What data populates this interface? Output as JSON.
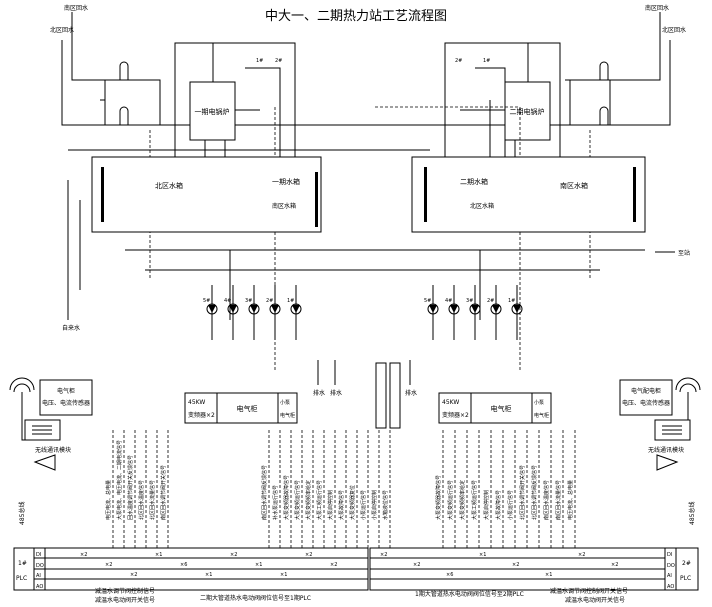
{
  "title": "中大一、二期热力站工艺流程图",
  "pipes": {
    "south_return_left": "南区回水",
    "north_return_left": "北区回水",
    "south_return_right": "南区回水",
    "north_return_right": "北区回水",
    "drain": "排水",
    "makeup_water": "自来水",
    "to_station": "至站"
  },
  "boilers": {
    "phase1": "一期电锅炉",
    "phase2": "二期电锅炉",
    "pump_labels_left": [
      "1#",
      "2#"
    ],
    "pump_labels_right": [
      "2#",
      "1#"
    ]
  },
  "tanks": {
    "north_tank_left": "北区水箱",
    "phase1_tank": "一期水箱",
    "south_tank_left": "南区水箱",
    "phase2_tank": "二期水箱",
    "north_tank_right": "北区水箱",
    "south_tank_right": "南区水箱"
  },
  "pumps_left": [
    "5#",
    "4#",
    "3#",
    "2#",
    "1#"
  ],
  "pumps_right": [
    "5#",
    "4#",
    "3#",
    "2#",
    "1#"
  ],
  "cabinets": {
    "left_sensor_cabinet": [
      "电气柜",
      "电压、电流传感器"
    ],
    "right_sensor_cabinet": [
      "电气配电柜",
      "电压、电流传感器"
    ],
    "left_vfd": [
      "45KW",
      "变频器×2"
    ],
    "left_main": "电气柜",
    "left_small": [
      "小泵",
      "电气柜"
    ],
    "right_vfd": [
      "45KW",
      "变频器×2"
    ],
    "right_main": "电气柜",
    "right_small": [
      "小泵",
      "电气柜"
    ],
    "wireless_left": "无线通讯模块",
    "wireless_right": "无线通讯模块",
    "bus_left": "485总线",
    "bus_right": "485总线"
  },
  "plc_left": {
    "name": [
      "1#",
      "PLC"
    ],
    "rows": [
      "DI",
      "DO",
      "AI",
      "AO"
    ]
  },
  "plc_right": {
    "name": [
      "2#",
      "PLC"
    ],
    "rows": [
      "DI",
      "DO",
      "AI",
      "AO"
    ]
  },
  "bottom_notes": {
    "left_1": "减温水调节阀控制信号",
    "left_2": "减温水电动阀开关信号",
    "center_left": "二期大管道热水电动阀阀位信号至1期PLC",
    "center_right": "1期大管道热水电动阀阀位信号至2期PLC",
    "right_1": "减温水调节阀控制阀开关信号",
    "right_2": "减温水电动阀开关信号"
  },
  "signals_left": [
    "电压电流、总电量",
    "大泵电流、电压电流、二期电流信号",
    "回水温度调节阀开关反馈信号",
    "北区回水温度信号",
    "北区回水流量信号",
    "南区回水调节阀开关信号",
    "南区回水调节阀反馈信号",
    "补水泵运行信号",
    "大泵变频器故障信号",
    "大泵变频运行信号",
    "大泵变频频率给定",
    "大泵工频运行信号",
    "大泵启停控制",
    "大泵故障信号",
    "大泵变频器复位",
    "小泵运行信号",
    "小泵启停控制",
    "水箱液位信号"
  ],
  "signals_right": [
    "大泵变频器故障信号",
    "大泵变频运行信号",
    "大泵变频频率给定",
    "大泵工频运行信号",
    "大泵启停控制",
    "大泵故障信号",
    "小泵运行信号",
    "北区回水调节阀开关信号",
    "北区回水调节阀反馈信号",
    "南区回水温度信号",
    "南区回水流量信号",
    "电压电流、总电量"
  ],
  "plc_marks_left": [
    "×2",
    "×2",
    "×2",
    "×1",
    "×6",
    "×1",
    "×2",
    "×1",
    "×1",
    "×2",
    "×2"
  ],
  "plc_marks_right": [
    "×2",
    "×2",
    "×6",
    "×1",
    "×2",
    "×1",
    "×2",
    "×2"
  ]
}
